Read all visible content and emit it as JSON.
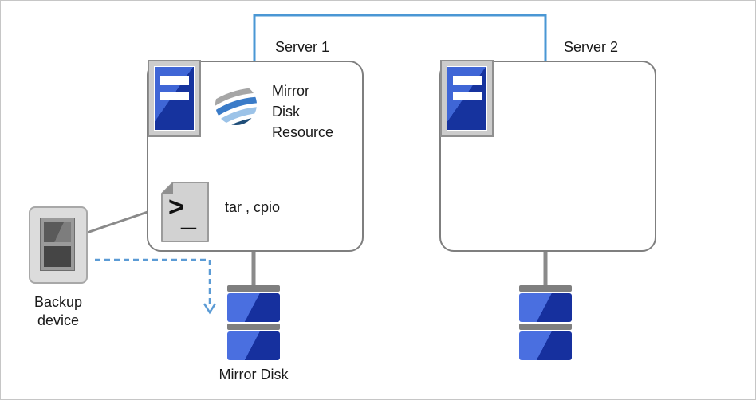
{
  "diagram": {
    "servers": [
      {
        "label": "Server 1"
      },
      {
        "label": "Server 2"
      }
    ],
    "mirror_disk_resource": {
      "label": "Mirror Disk Resource",
      "lines": [
        "Mirror",
        "Disk",
        "Resource"
      ]
    },
    "backup_command": {
      "label": "tar , cpio"
    },
    "backup_device": {
      "label": "Backup device",
      "lines": [
        "Backup",
        "device"
      ]
    },
    "mirror_disk": {
      "label": "Mirror Disk"
    },
    "terminal_icon": {
      "prompt": ">",
      "cursor": "_"
    }
  },
  "colors": {
    "connector_blue": "#4a97d4",
    "dashed_arrow_blue": "#5b9bd5",
    "line_gray": "#8a8a8a",
    "box_border_gray": "#7f7f7f",
    "disk_blue_dark": "#16309e",
    "disk_blue_light": "#4a6fe0",
    "disk_cap_gray": "#7f7f7f",
    "icon_frame_gray": "#8f8f8f",
    "swirl_gray": "#a6a6a6",
    "swirl_blue_mid": "#3a7bc8",
    "swirl_blue_light": "#9cc3e8",
    "swirl_blue_dark": "#1f4e79"
  }
}
